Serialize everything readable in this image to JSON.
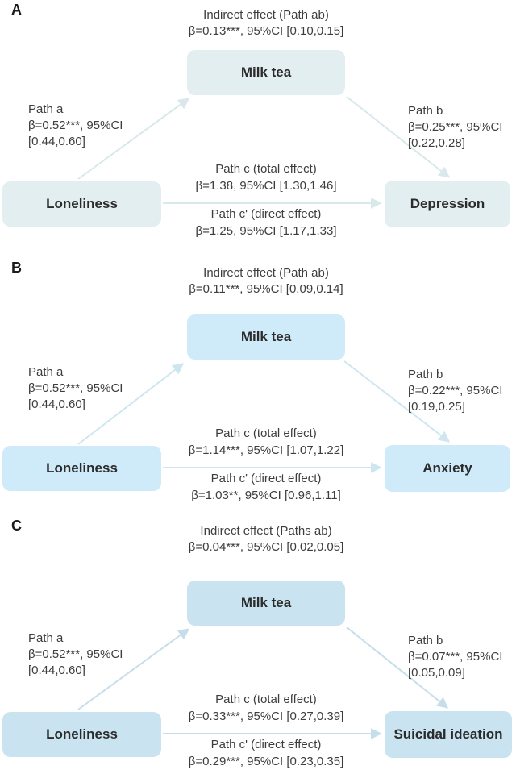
{
  "figure": {
    "background_color": "#ffffff",
    "text_color": "#3d3d3d"
  },
  "panels": [
    {
      "label": "A",
      "indirect": {
        "line1": "Indirect effect (Path ab)",
        "line2": "β=0.13***, 95%CI [0.10,0.15]"
      },
      "mediator": "Milk tea",
      "predictor": "Loneliness",
      "outcome": "Depression",
      "path_a": {
        "title": "Path a",
        "beta": "β=0.52***, 95%CI",
        "ci": "[0.44,0.60]"
      },
      "path_b": {
        "title": "Path b",
        "beta": "β=0.25***, 95%CI",
        "ci": "[0.22,0.28]"
      },
      "path_c": {
        "title": "Path c (total effect)",
        "beta": "β=1.38, 95%CI [1.30,1.46]"
      },
      "path_c_prime": {
        "title": "Path c' (direct effect)",
        "beta": "β=1.25, 95%CI [1.17,1.33]"
      },
      "box_color": "#e3eef1",
      "arrow_color": "#d8e8eb"
    },
    {
      "label": "B",
      "indirect": {
        "line1": "Indirect effect (Path ab)",
        "line2": "β=0.11***, 95%CI [0.09,0.14]"
      },
      "mediator": "Milk tea",
      "predictor": "Loneliness",
      "outcome": "Anxiety",
      "path_a": {
        "title": "Path a",
        "beta": "β=0.52***, 95%CI",
        "ci": "[0.44,0.60]"
      },
      "path_b": {
        "title": "Path b",
        "beta": "β=0.22***, 95%CI",
        "ci": "[0.19,0.25]"
      },
      "path_c": {
        "title": "Path c (total effect)",
        "beta": "β=1.14***, 95%CI [1.07,1.22]"
      },
      "path_c_prime": {
        "title": "Path c' (direct effect)",
        "beta": "β=1.03**, 95%CI [0.96,1.11]"
      },
      "box_color": "#cfeaf8",
      "arrow_color": "#cde6f0"
    },
    {
      "label": "C",
      "indirect": {
        "line1": "Indirect effect (Paths ab)",
        "line2": "β=0.04***, 95%CI [0.02,0.05]"
      },
      "mediator": "Milk tea",
      "predictor": "Loneliness",
      "outcome": "Suicidal ideation",
      "path_a": {
        "title": "Path a",
        "beta": "β=0.52***, 95%CI",
        "ci": "[0.44,0.60]"
      },
      "path_b": {
        "title": "Path b",
        "beta": "β=0.07***, 95%CI",
        "ci": "[0.05,0.09]"
      },
      "path_c": {
        "title": "Path c (total effect)",
        "beta": "β=0.33***, 95%CI [0.27,0.39]"
      },
      "path_c_prime": {
        "title": "Path c' (direct effect)",
        "beta": "β=0.29***, 95%CI [0.23,0.35]"
      },
      "box_color": "#c9e4f0",
      "arrow_color": "#c6dee9"
    }
  ]
}
